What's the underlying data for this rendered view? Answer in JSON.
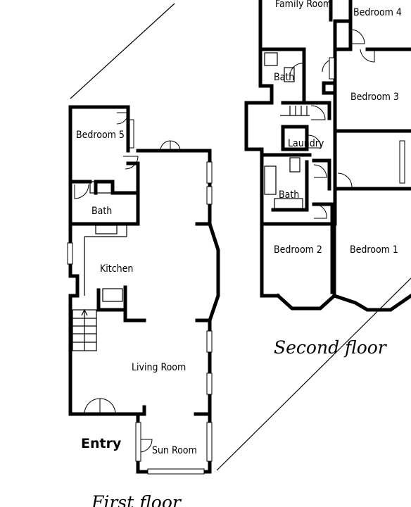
{
  "floors": {
    "first": {
      "title": "First floor",
      "rooms": {
        "bedroom5": "Bedroom 5",
        "bath": "Bath",
        "kitchen": "Kitchen",
        "living_room": "Living Room",
        "entry": "Entry",
        "sun_room": "Sun Room"
      }
    },
    "second": {
      "title": "Second floor",
      "rooms": {
        "family_room": "Family Room",
        "bedroom4": "Bedroom 4",
        "bedroom3": "Bedroom 3",
        "bath_upper": "Bath",
        "laundry": "Laundry",
        "bath_lower": "Bath",
        "bedroom2": "Bedroom 2",
        "bedroom1": "Bedroom 1"
      }
    }
  }
}
